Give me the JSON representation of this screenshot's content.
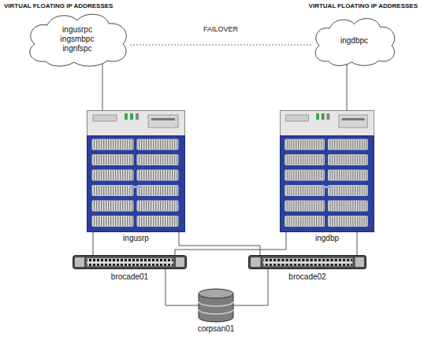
{
  "diagram": {
    "nodes": [
      {
        "text": [
          "ingusrpc",
          "ingsmbpc",
          "ingnfspc"
        ]
      },
      {
        "text": [
          "ingdbpc"
        ]
      },
      {
        "text": [
          "ingusrp"
        ]
      },
      {
        "text": [
          "ingdbp"
        ]
      },
      {
        "text": [
          "brocade01"
        ]
      },
      {
        "text": [
          "brocade02"
        ]
      },
      {
        "text": [
          "corpsan01"
        ]
      }
    ],
    "edges": [
      {
        "from": 0,
        "to": 1,
        "label": "FAILOVER",
        "arrow": "none"
      },
      {
        "from": 0,
        "to": 2,
        "arrow": "none"
      },
      {
        "from": 1,
        "to": 3,
        "arrow": "none"
      },
      {
        "from": 2,
        "to": 4,
        "arrow": "none"
      },
      {
        "from": 2,
        "to": 5,
        "arrow": "none"
      },
      {
        "from": 3,
        "to": 4,
        "arrow": "none"
      },
      {
        "from": 3,
        "to": 5,
        "arrow": "none"
      },
      {
        "from": 4,
        "to": 6,
        "arrow": "none"
      },
      {
        "from": 5,
        "to": 6,
        "arrow": "none"
      }
    ],
    "labels": [
      "VIRTUAL FLOATING IP ADDRESSES",
      "VIRTUAL FLOATING IP ADDRESSES"
    ]
  }
}
